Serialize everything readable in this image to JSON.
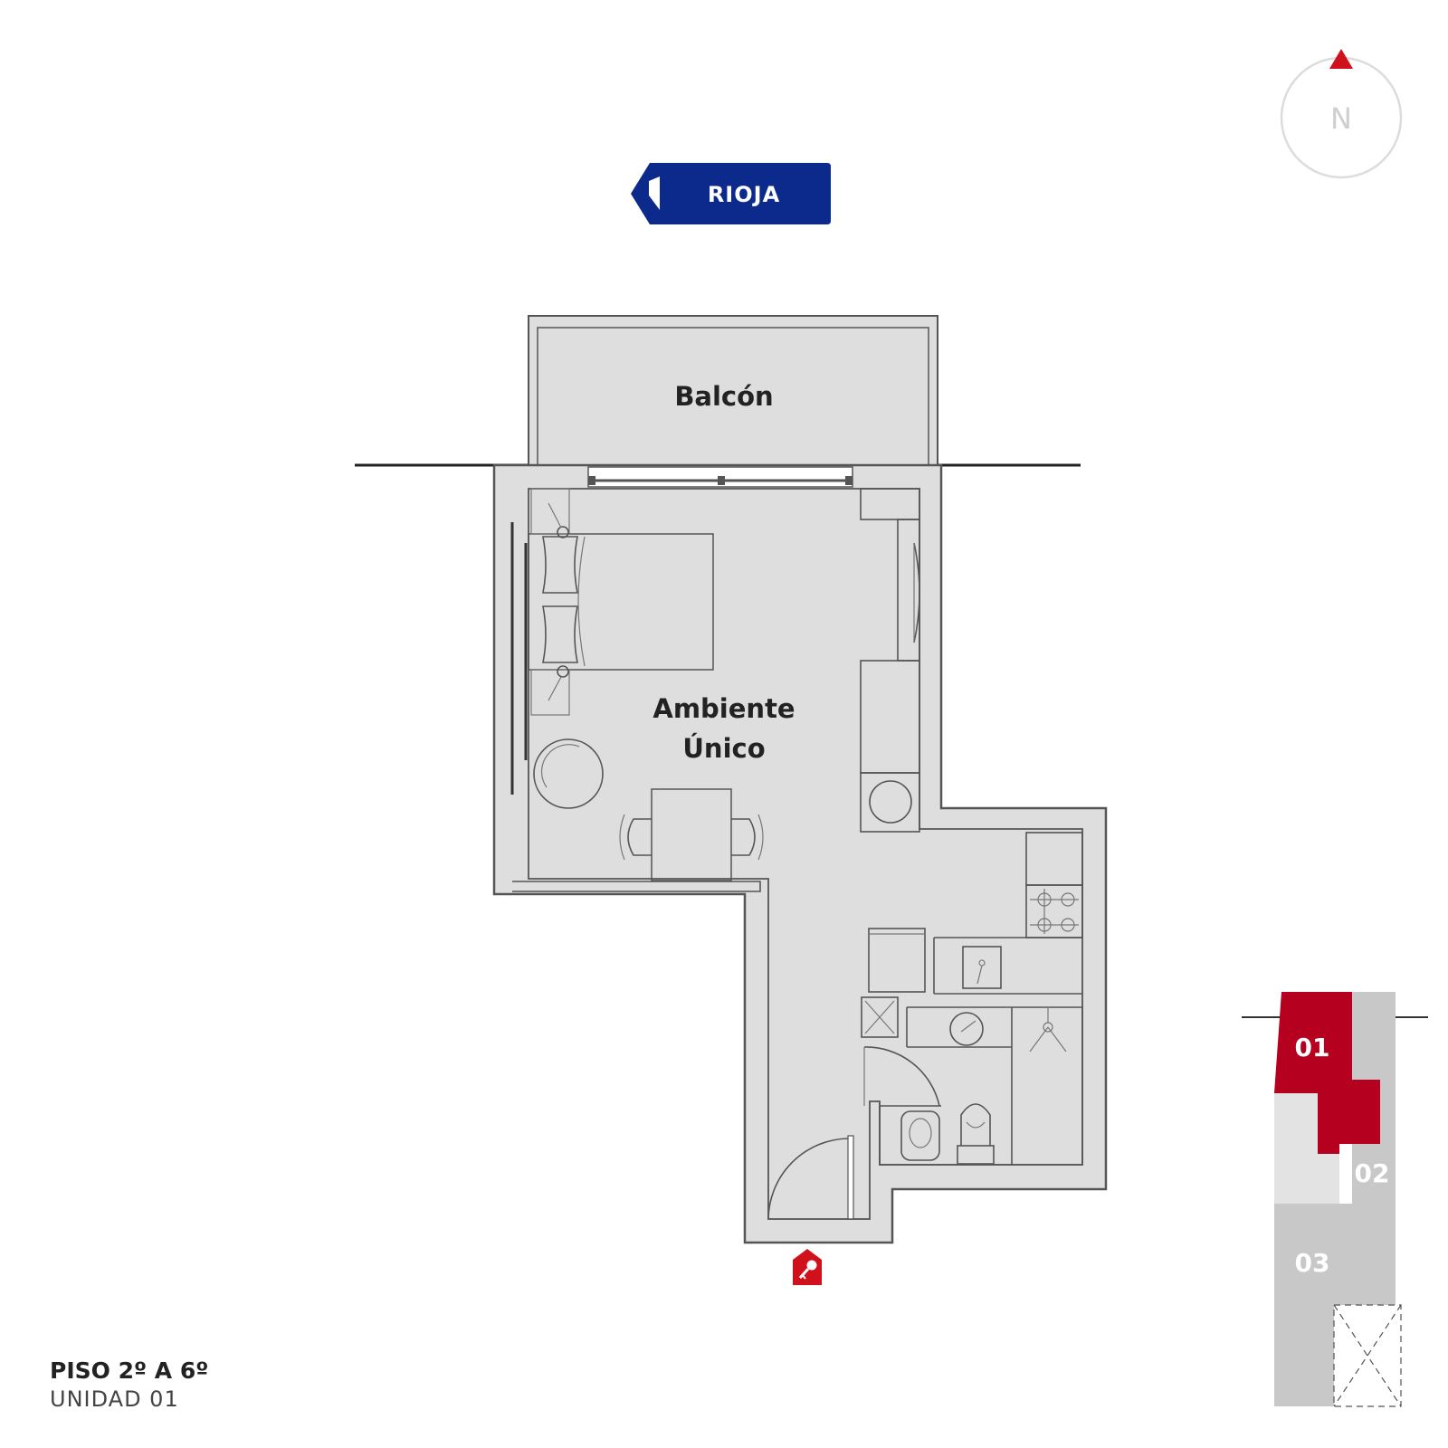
{
  "street": {
    "label": "RIOJA",
    "color": "#0b2a8c"
  },
  "compass": {
    "label": "N",
    "arrow_color": "#d0101a"
  },
  "rooms": {
    "balcony": "Balcón",
    "main_line1": "Ambiente",
    "main_line2": "Único"
  },
  "floor_info": {
    "title": "PISO 2º A 6º",
    "unit": "UNIDAD 01"
  },
  "key_plan": {
    "highlight_color": "#b5001f",
    "units": [
      {
        "id": "01",
        "highlighted": true
      },
      {
        "id": "02",
        "highlighted": false
      },
      {
        "id": "03",
        "highlighted": false
      }
    ]
  },
  "entrance_icon": "key-entrance-icon",
  "colors": {
    "floor": "#dedede",
    "wall": "#555555",
    "accent": "#d0101a"
  }
}
